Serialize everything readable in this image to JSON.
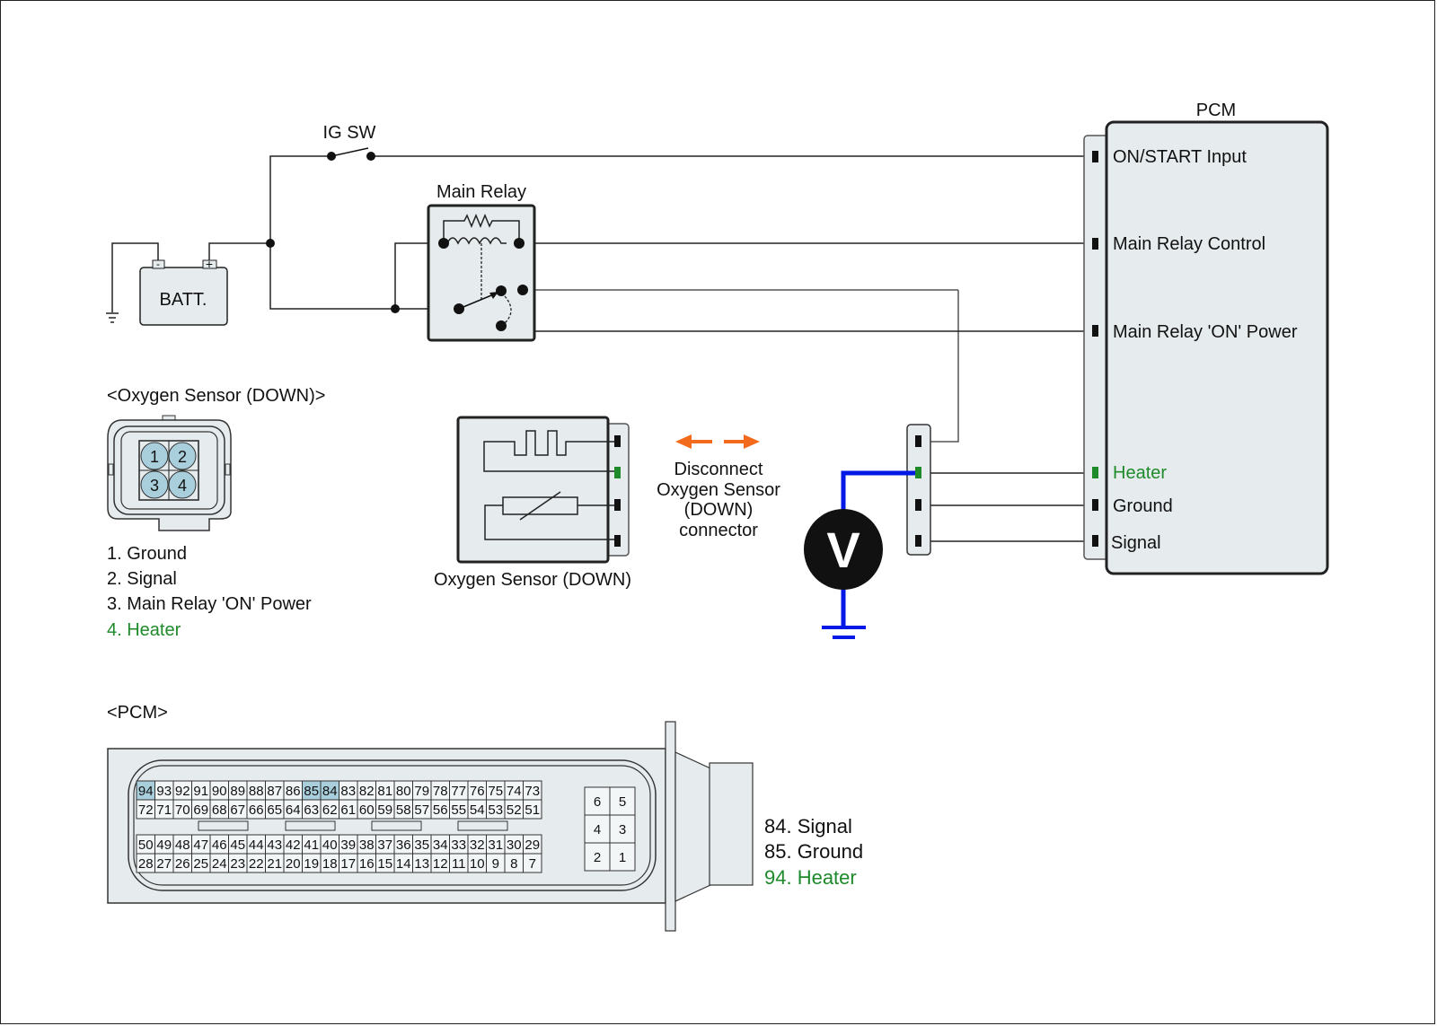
{
  "colors": {
    "heater_green": "#1e8a2a",
    "measure_blue": "#0018e6",
    "arrow_orange": "#f26a1b",
    "pin_highlight": "#a9cfdc",
    "component_fill": "#e6ecee"
  },
  "circuit": {
    "ig_switch_label": "IG SW",
    "battery_label": "BATT.",
    "battery_neg": "-",
    "battery_pos": "+",
    "main_relay_label": "Main Relay",
    "pcm_label": "PCM",
    "pcm_terminals": [
      {
        "label": "ON/START Input",
        "highlight": false
      },
      {
        "label": "Main Relay Control",
        "highlight": false
      },
      {
        "label": "Main Relay 'ON' Power",
        "highlight": false
      },
      {
        "label": "Heater",
        "highlight": true
      },
      {
        "label": "Ground",
        "highlight": false
      },
      {
        "label": "Signal",
        "highlight": false
      }
    ],
    "sensor_label": "Oxygen Sensor (DOWN)",
    "disconnect_note": [
      "Disconnect",
      "Oxygen Sensor",
      "(DOWN)",
      "connector"
    ],
    "voltmeter_symbol": "V"
  },
  "o2_connector": {
    "title": "<Oxygen Sensor (DOWN)>",
    "pins": [
      "1",
      "2",
      "3",
      "4"
    ],
    "legend": [
      {
        "text": "1. Ground",
        "highlight": false
      },
      {
        "text": "2. Signal",
        "highlight": false
      },
      {
        "text": "3. Main Relay 'ON' Power",
        "highlight": false
      },
      {
        "text": "4. Heater",
        "highlight": true
      }
    ]
  },
  "pcm_connector": {
    "title": "<PCM>",
    "rows": [
      [
        "94",
        "93",
        "92",
        "91",
        "90",
        "89",
        "88",
        "87",
        "86",
        "85",
        "84",
        "83",
        "82",
        "81",
        "80",
        "79",
        "78",
        "77",
        "76",
        "75",
        "74",
        "73"
      ],
      [
        "72",
        "71",
        "70",
        "69",
        "68",
        "67",
        "66",
        "65",
        "64",
        "63",
        "62",
        "61",
        "60",
        "59",
        "58",
        "57",
        "56",
        "55",
        "54",
        "53",
        "52",
        "51"
      ],
      [
        "50",
        "49",
        "48",
        "47",
        "46",
        "45",
        "44",
        "43",
        "42",
        "41",
        "40",
        "39",
        "38",
        "37",
        "36",
        "35",
        "34",
        "33",
        "32",
        "31",
        "30",
        "29"
      ],
      [
        "28",
        "27",
        "26",
        "25",
        "24",
        "23",
        "22",
        "21",
        "20",
        "19",
        "18",
        "17",
        "16",
        "15",
        "14",
        "13",
        "12",
        "11",
        "10",
        "9",
        "8",
        "7"
      ]
    ],
    "highlighted_pins": [
      "94",
      "85",
      "84"
    ],
    "small_block": [
      [
        "6",
        "5"
      ],
      [
        "4",
        "3"
      ],
      [
        "2",
        "1"
      ]
    ],
    "legend": [
      {
        "text": "84. Signal",
        "highlight": false
      },
      {
        "text": "85. Ground",
        "highlight": false
      },
      {
        "text": "94. Heater",
        "highlight": true
      }
    ]
  }
}
